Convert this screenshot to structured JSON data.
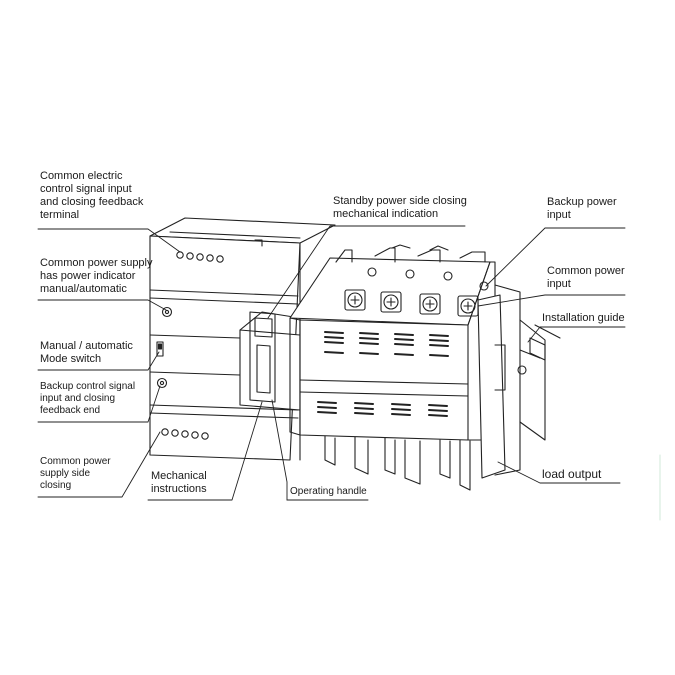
{
  "diagram": {
    "labels": {
      "electric_control": [
        "Common electric",
        "control signal input",
        "and closing feedback",
        "terminal"
      ],
      "power_indicator": [
        "Common power supply",
        "has power indicator",
        "manual/automatic"
      ],
      "mode_switch": [
        "Manual / automatic",
        "Mode switch"
      ],
      "backup_control": [
        "Backup control signal",
        "input and closing",
        "feedback end"
      ],
      "common_closing": [
        "Common power",
        "supply side",
        "closing"
      ],
      "mechanical_instructions": [
        "Mechanical",
        "instructions"
      ],
      "operating_handle": [
        "Operating handle"
      ],
      "standby_indication": [
        "Standby power side closing",
        "mechanical indication"
      ],
      "backup_input": [
        "Backup power",
        "input"
      ],
      "common_input": [
        "Common power",
        "input"
      ],
      "installation_guide": [
        "Installation guide"
      ],
      "load_output": [
        "load output"
      ]
    },
    "colors": {
      "line": "#222222",
      "text": "#1a1a1a",
      "background": "#ffffff"
    }
  }
}
